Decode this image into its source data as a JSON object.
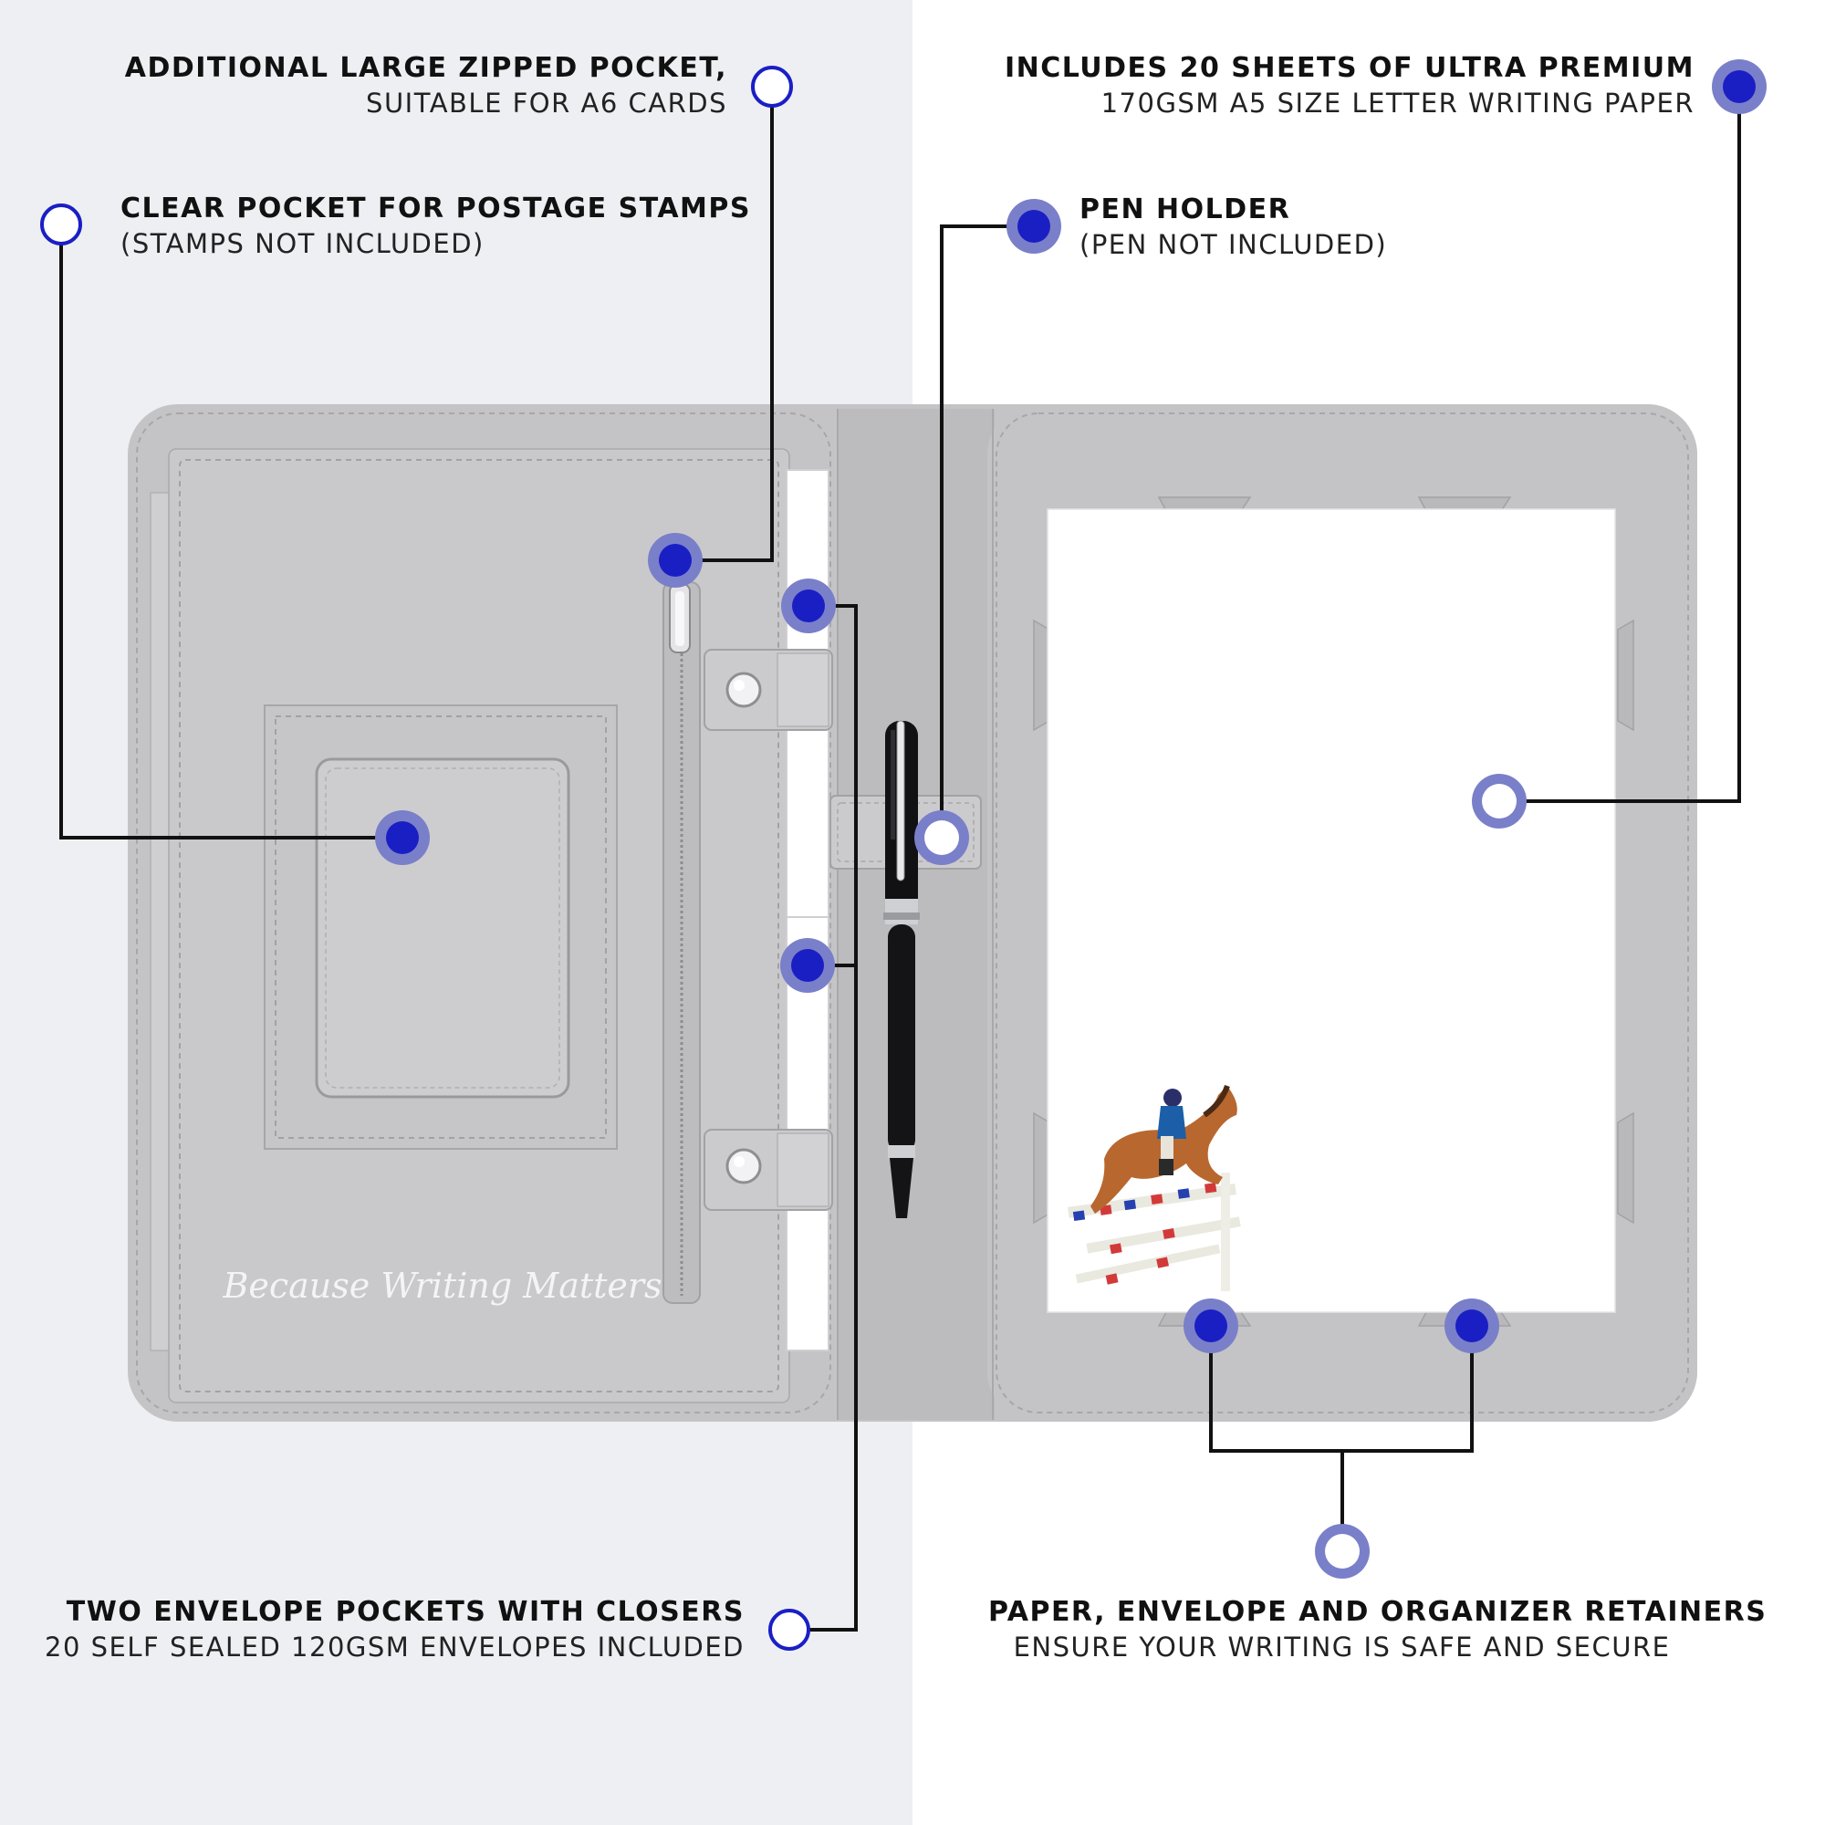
{
  "callouts": {
    "zipped_pocket": {
      "title": "Additional large zipped pocket,",
      "subtitle": "suitable for A6 cards"
    },
    "stamps_pocket": {
      "title": "Clear pocket for postage stamps",
      "subtitle": "(stamps not included)"
    },
    "paper": {
      "title": "Includes 20 sheets of ultra premium",
      "subtitle": "170gsm A5 size letter writing paper"
    },
    "pen_holder": {
      "title": "Pen holder",
      "subtitle": "(pen not included)"
    },
    "envelopes": {
      "title": "Two envelope pockets with closers",
      "subtitle": "20 self sealed 120gsm envelopes included"
    },
    "retainers": {
      "title": "Paper, envelope and organizer retainers",
      "subtitle": "ensure your writing is safe and secure"
    }
  },
  "product": {
    "brand_script": "Because Writing Matters"
  },
  "colors": {
    "accent_blue": "#1a1fc4",
    "ring_blue": "#7a7fc9",
    "leather_gray": "#c4c4c6",
    "panel_light": "#eeeff3"
  }
}
